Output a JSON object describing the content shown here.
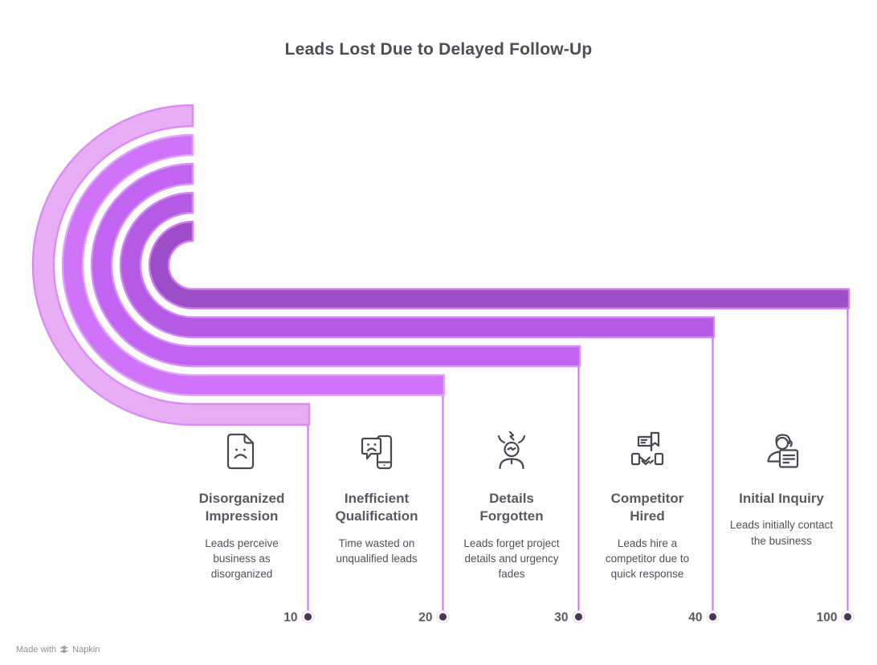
{
  "title": "Leads Lost Due to Delayed Follow-Up",
  "footer": {
    "prefix": "Made with",
    "brand": "Napkin"
  },
  "colors": {
    "title_text": "#4f4c56",
    "stage_title": "#5b5862",
    "stage_desc": "#534f59",
    "value_text": "#5b5862",
    "icon_stroke": "#4b4851",
    "connector": "#c77bef",
    "marker_ring": "#ffffff",
    "marker_ring_edge": "#e3e0e7",
    "marker_dot": "#4a3754",
    "footer_text": "#8f8d93"
  },
  "stages": [
    {
      "value": "10",
      "title": "Disorganized Impression",
      "description": "Leads perceive business as disorganized",
      "icon": "sad-document-icon",
      "fill": "#e7adf5",
      "stroke": "#d98df2"
    },
    {
      "value": "20",
      "title": "Inefficient Qualification",
      "description": "Time wasted on unqualified leads",
      "icon": "phone-sad-chat-icon",
      "fill": "#cf74f8",
      "stroke": "#dfa3fa"
    },
    {
      "value": "30",
      "title": "Details Forgotten",
      "description": "Leads forget project details and urgency fades",
      "icon": "dizzy-person-icon",
      "fill": "#c164f1",
      "stroke": "#d694f7"
    },
    {
      "value": "40",
      "title": "Competitor Hired",
      "description": "Leads hire a competitor due to quick response",
      "icon": "handshake-flag-icon",
      "fill": "#b55ae4",
      "stroke": "#cd89f4"
    },
    {
      "value": "100",
      "title": "Initial Inquiry",
      "description": "Leads initially contact the business",
      "icon": "support-person-document-icon",
      "fill": "#9d4ec7",
      "stroke": "#cf7df2"
    }
  ]
}
